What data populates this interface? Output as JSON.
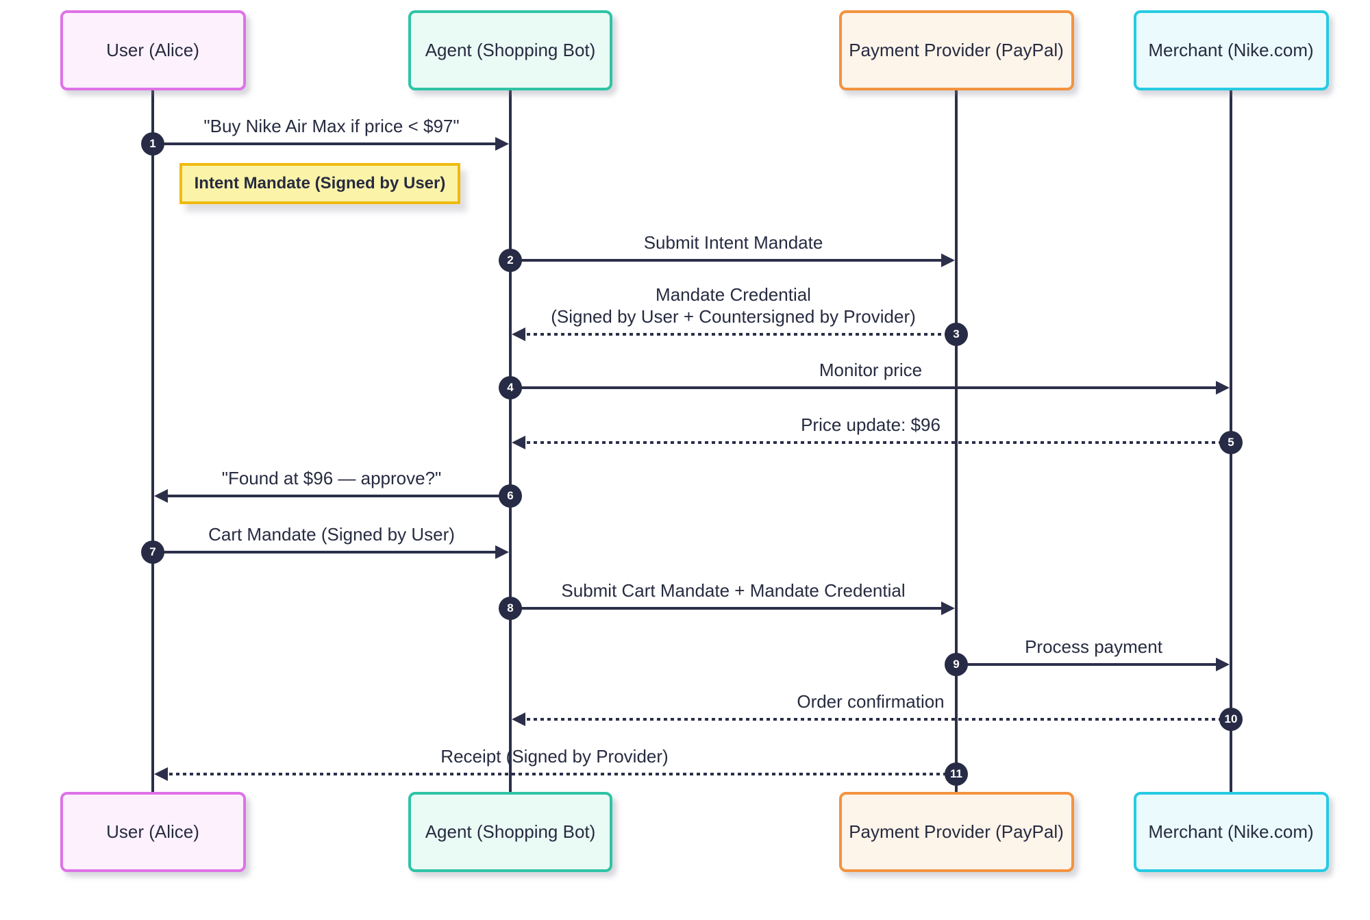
{
  "diagram": {
    "type": "sequence-diagram",
    "background_color": "#ffffff",
    "line_color": "#2c2f4a",
    "text_color": "#272b40",
    "number_badge": {
      "fill_color": "#272b45",
      "text_color": "#ffffff"
    },
    "actors": [
      {
        "id": "user",
        "label": "User (Alice)",
        "border_color": "#df72e8",
        "fill_color": "#fdf1fe"
      },
      {
        "id": "agent",
        "label": "Agent (Shopping Bot)",
        "border_color": "#2ec4a6",
        "fill_color": "#eafaf5"
      },
      {
        "id": "payment",
        "label": "Payment Provider (PayPal)",
        "border_color": "#f2933f",
        "fill_color": "#fdf4ea"
      },
      {
        "id": "merchant",
        "label": "Merchant (Nike.com)",
        "border_color": "#27cbe2",
        "fill_color": "#eafafd"
      }
    ],
    "note": {
      "text": "Intent Mandate (Signed by User)",
      "border_color": "#f0ba0d",
      "fill_color": "#fbf3a8",
      "attached_after_message": "1"
    },
    "messages": [
      {
        "num": "1",
        "from": "user",
        "to": "agent",
        "style": "solid",
        "lines": [
          "\"Buy Nike Air Max if price < $97\""
        ]
      },
      {
        "num": "2",
        "from": "agent",
        "to": "payment",
        "style": "solid",
        "lines": [
          "Submit Intent Mandate"
        ]
      },
      {
        "num": "3",
        "from": "payment",
        "to": "agent",
        "style": "dotted",
        "lines": [
          "Mandate Credential",
          "(Signed by User + Countersigned by Provider)"
        ]
      },
      {
        "num": "4",
        "from": "agent",
        "to": "merchant",
        "style": "solid",
        "lines": [
          "Monitor price"
        ]
      },
      {
        "num": "5",
        "from": "merchant",
        "to": "agent",
        "style": "dotted",
        "lines": [
          "Price update: $96"
        ]
      },
      {
        "num": "6",
        "from": "agent",
        "to": "user",
        "style": "solid",
        "lines": [
          "\"Found at $96 — approve?\""
        ]
      },
      {
        "num": "7",
        "from": "user",
        "to": "agent",
        "style": "solid",
        "lines": [
          "Cart Mandate (Signed by User)"
        ]
      },
      {
        "num": "8",
        "from": "agent",
        "to": "payment",
        "style": "solid",
        "lines": [
          "Submit Cart Mandate + Mandate Credential"
        ]
      },
      {
        "num": "9",
        "from": "payment",
        "to": "merchant",
        "style": "solid",
        "lines": [
          "Process payment"
        ]
      },
      {
        "num": "10",
        "from": "merchant",
        "to": "agent",
        "style": "dotted",
        "lines": [
          "Order confirmation"
        ]
      },
      {
        "num": "11",
        "from": "payment",
        "to": "user",
        "style": "dotted",
        "lines": [
          "Receipt (Signed by Provider)"
        ]
      }
    ]
  }
}
